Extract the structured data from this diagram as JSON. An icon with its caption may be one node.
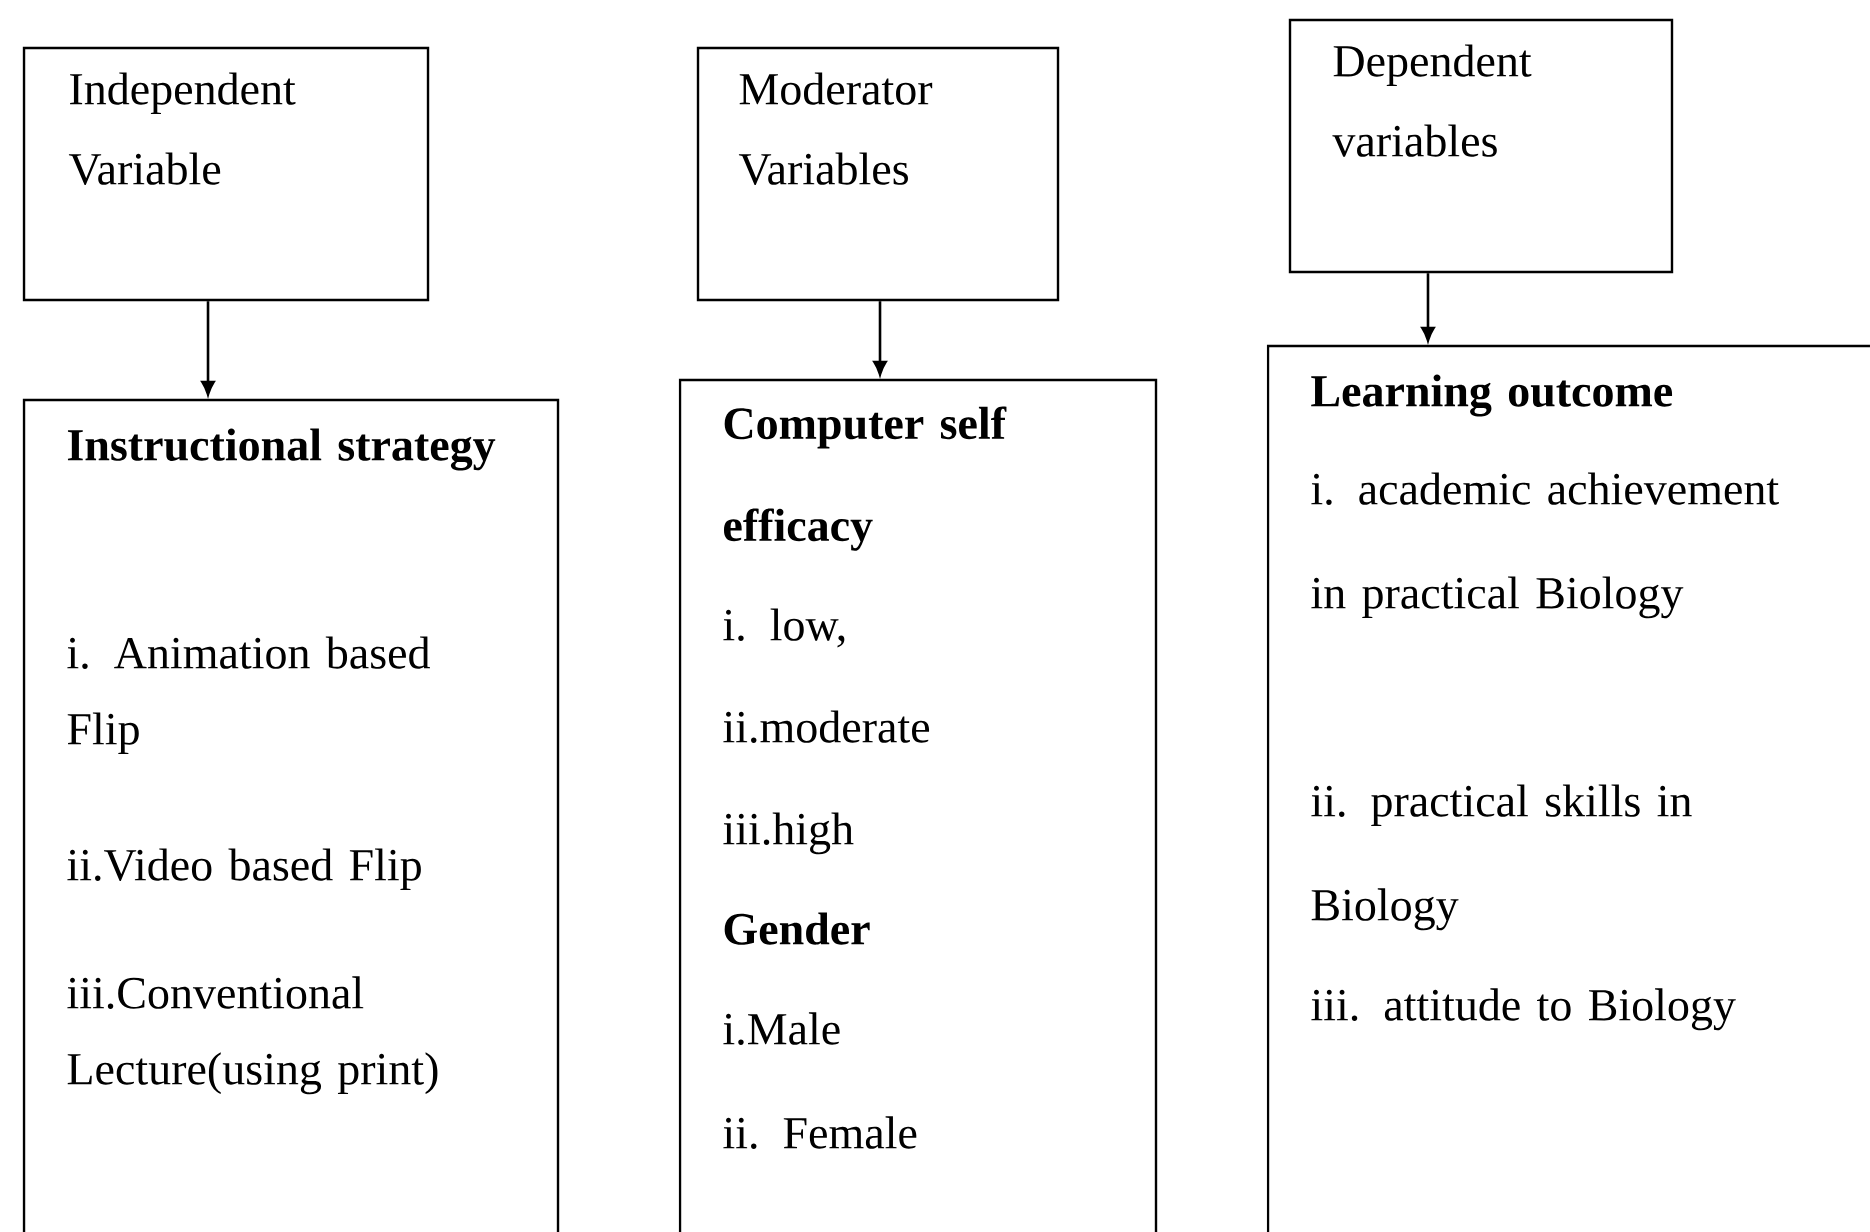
{
  "diagram": {
    "nodes": [
      {
        "text": [
          "Independent Variable"
        ]
      },
      {
        "text": [
          "Moderator Variables"
        ]
      },
      {
        "text": [
          "Dependent variables"
        ]
      },
      {
        "text": [
          "Instructional strategy",
          "i. Animation based Flip",
          "ii.Video based Flip",
          "iii.Conventional Lecture(using print)"
        ]
      },
      {
        "text": [
          "Computer self efficacy",
          "i. low,",
          "ii.moderate",
          "iii.high",
          "**Gender**",
          "i.Male",
          "ii. Female"
        ]
      },
      {
        "text": [
          "Learning outcome",
          "i. academic achievement in practical Biology",
          "ii. practical skills in Biology",
          "iii. attitude to Biology"
        ]
      }
    ],
    "edges": [
      {
        "from": 0,
        "to": 3,
        "arrow": "to"
      },
      {
        "from": 1,
        "to": 4,
        "arrow": "to"
      },
      {
        "from": 2,
        "to": 5,
        "arrow": "to"
      }
    ]
  }
}
